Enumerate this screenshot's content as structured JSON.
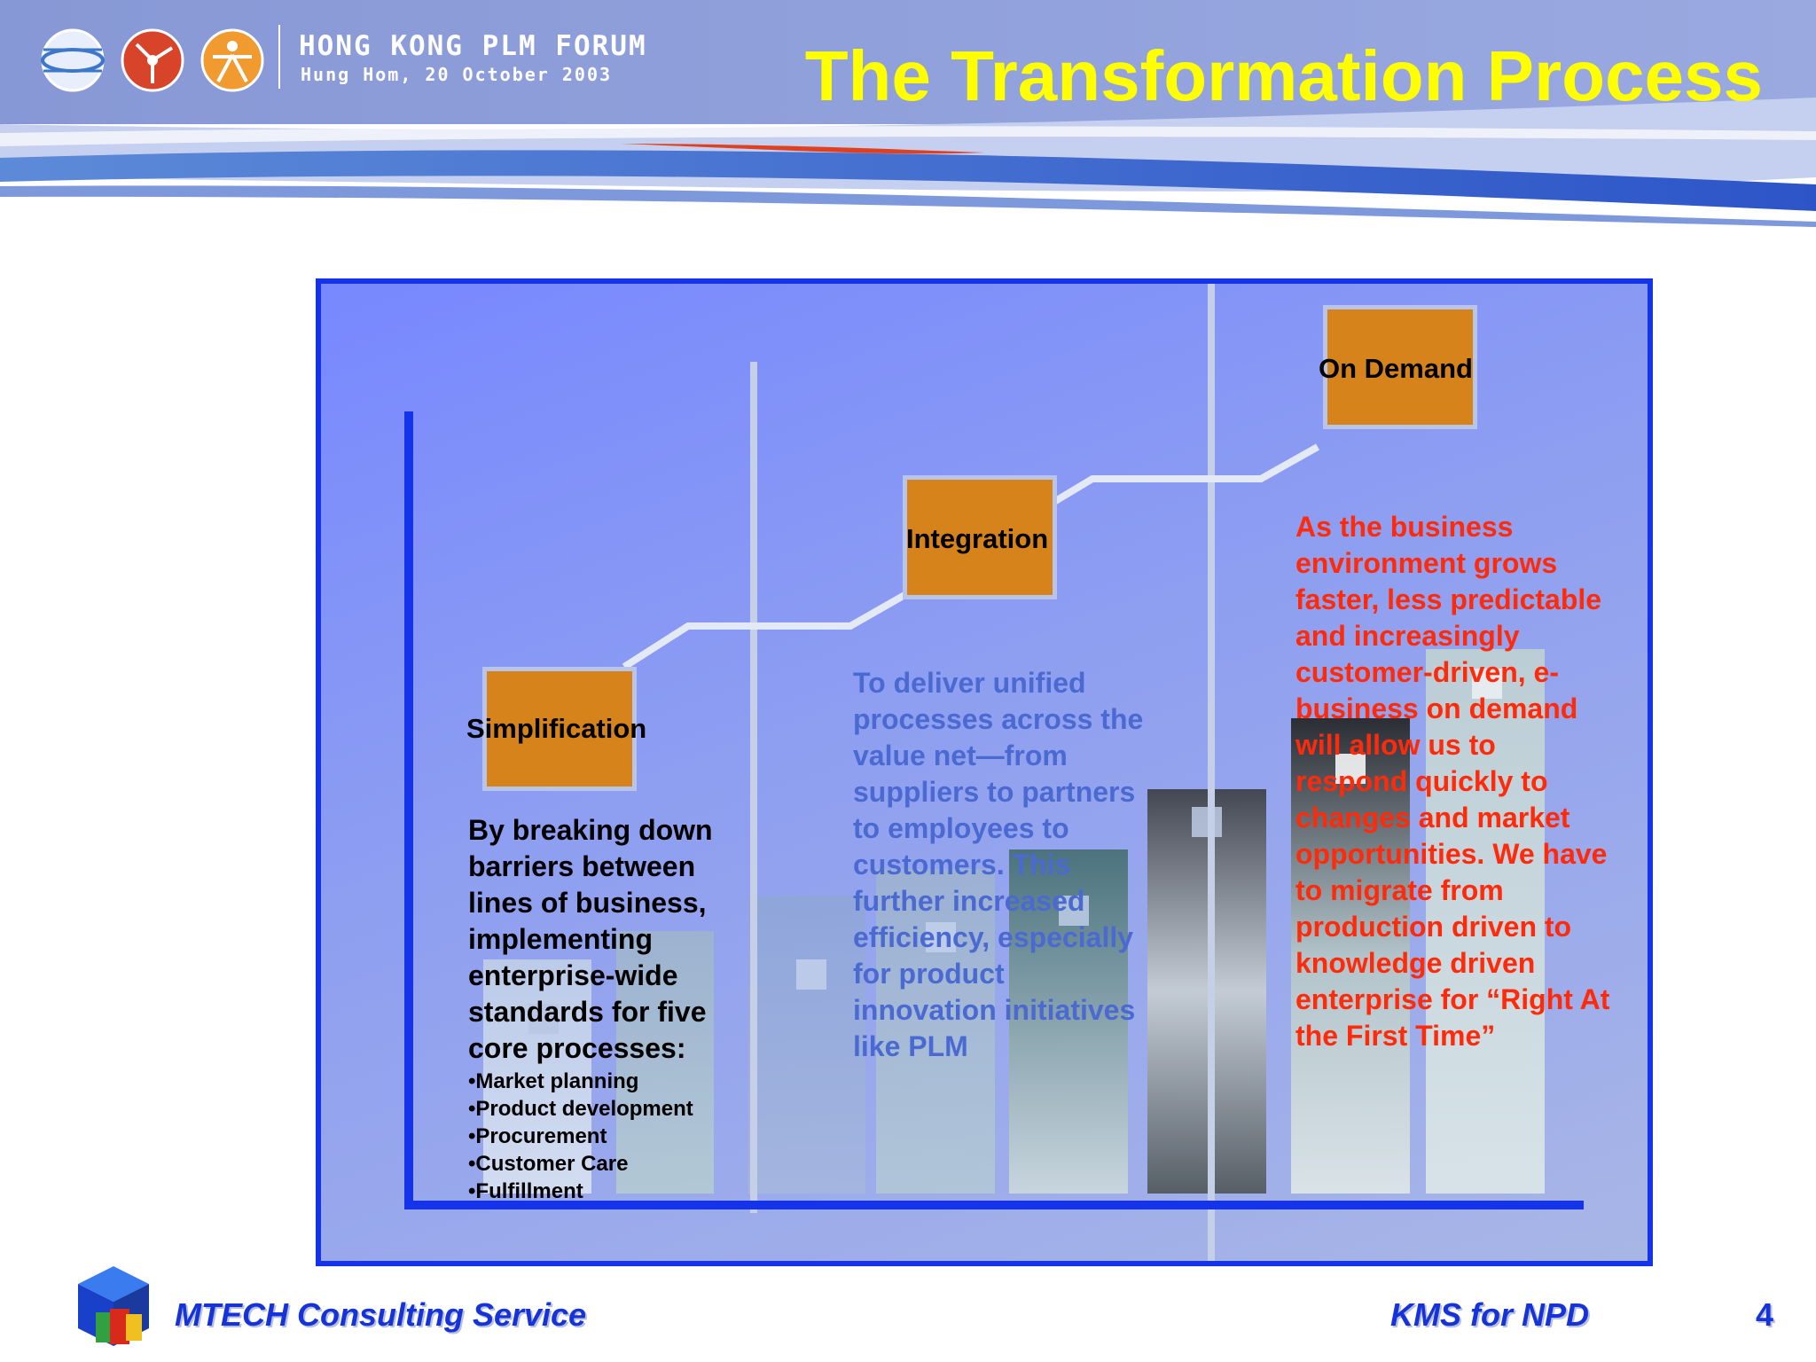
{
  "header": {
    "forum_title": "HONG KONG PLM FORUM",
    "forum_subtitle": "Hung Hom, 20 October 2003",
    "slide_title": "The Transformation Process",
    "colors": {
      "banner": "#8fa0d8",
      "title": "#ffff00"
    },
    "logo_icons": [
      "globe-icon",
      "network-icon",
      "person-icon"
    ]
  },
  "diagram": {
    "stages": [
      {
        "label": "Simplification"
      },
      {
        "label": "Integration"
      },
      {
        "label": "On Demand"
      }
    ],
    "simplification_text": "By breaking down barriers between lines of business, implementing enterprise-wide standards for five core processes:",
    "simplification_bullets": [
      "Market planning",
      "Product development",
      "Procurement",
      "Customer Care",
      "Fulfillment"
    ],
    "integration_text": "To deliver unified processes across the value net—from suppliers to partners to employees to customers. This further increased efficiency, especially for product innovation initiatives like PLM",
    "ondemand_text": "As the business environment grows faster, less predictable and increasingly customer-driven, e-business on demand will allow us to respond quickly to changes and market opportunities. We have to migrate from production driven to knowledge driven enterprise for “Right At the First Time”",
    "colors": {
      "stage_box": "#d7831b",
      "panel_border": "#1533e8",
      "integration_text": "#4a6ad2",
      "ondemand_text": "#ff2a0a"
    }
  },
  "footer": {
    "company": "MTECH Consulting Service",
    "topic": "KMS for NPD",
    "page_number": "4",
    "logo_icon": "mtech-cube-icon"
  }
}
